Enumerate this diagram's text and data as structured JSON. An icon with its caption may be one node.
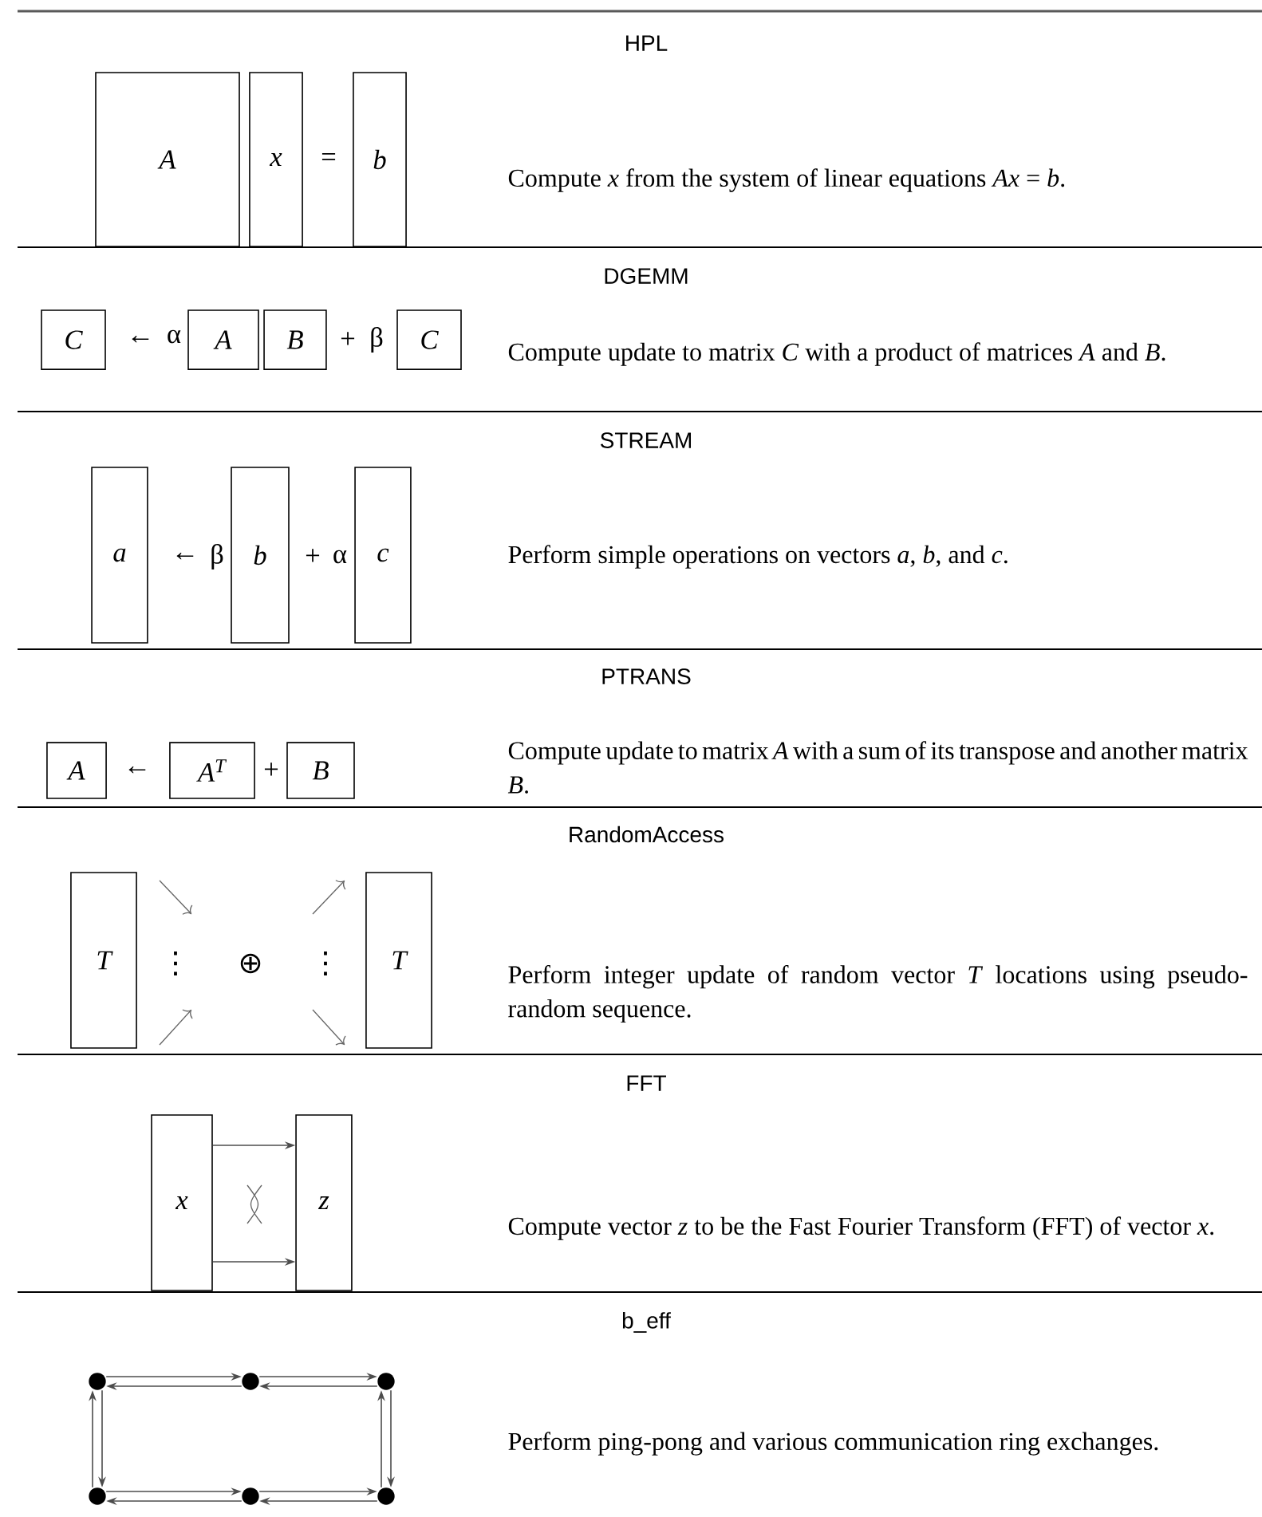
{
  "diagram": {
    "nodes": [
      {
        "text": [
          "A"
        ]
      },
      {
        "text": [
          "x"
        ]
      },
      {
        "text": [
          "b"
        ]
      },
      {
        "text": [
          "C"
        ]
      },
      {
        "text": [
          "A"
        ]
      },
      {
        "text": [
          "B"
        ]
      },
      {
        "text": [
          "C"
        ]
      },
      {
        "text": [
          "a"
        ]
      },
      {
        "text": [
          "b"
        ]
      },
      {
        "text": [
          "c"
        ]
      },
      {
        "text": [
          "A"
        ]
      },
      {
        "text": [
          "A$^{T}$"
        ]
      },
      {
        "text": [
          "B"
        ]
      },
      {
        "text": [
          "T"
        ]
      },
      {
        "text": [
          "T"
        ]
      },
      {
        "text": [
          "x"
        ]
      },
      {
        "text": [
          "z"
        ]
      },
      {
        "text": [],
        "shape": "circle"
      },
      {
        "text": [],
        "shape": "circle"
      },
      {
        "text": [],
        "shape": "circle"
      },
      {
        "text": [],
        "shape": "circle"
      },
      {
        "text": [],
        "shape": "circle"
      },
      {
        "text": [],
        "shape": "circle"
      }
    ],
    "edges": [
      {
        "from": 15,
        "to": 16,
        "arrow": "to"
      },
      {
        "from": 15,
        "to": 16,
        "arrow": "to"
      },
      {
        "from": 17,
        "to": 18,
        "arrow": "to"
      },
      {
        "from": 18,
        "to": 17,
        "arrow": "to"
      },
      {
        "from": 18,
        "to": 19,
        "arrow": "to"
      },
      {
        "from": 19,
        "to": 18,
        "arrow": "to"
      },
      {
        "from": 20,
        "to": 21,
        "arrow": "to"
      },
      {
        "from": 21,
        "to": 20,
        "arrow": "to"
      },
      {
        "from": 21,
        "to": 22,
        "arrow": "to"
      },
      {
        "from": 22,
        "to": 21,
        "arrow": "to"
      },
      {
        "from": 20,
        "to": 17,
        "arrow": "to"
      },
      {
        "from": 17,
        "to": 20,
        "arrow": "to"
      },
      {
        "from": 22,
        "to": 19,
        "arrow": "to"
      },
      {
        "from": 19,
        "to": 22,
        "arrow": "to"
      }
    ],
    "labels": [
      "HPL",
      "=",
      "Compute *x* from the system of linear equations *Ax* = *b*.",
      "DGEMM",
      "←",
      "α",
      "+",
      "β",
      "Compute update to matrix *C* with a product of matrices *A* and *B*.",
      "STREAM",
      "←",
      "β",
      "+",
      "α",
      "Perform simple operations on vectors *a*, *b*, and *c*.",
      "PTRANS",
      "←",
      "+",
      "Compute update to matrix *A* with a sum of its transpose and another matrix *B*.",
      "RandomAccess",
      "⋮",
      "⊕",
      "⋮",
      "Perform integer update of random vector *T* locations using pseudo-random sequence.",
      "FFT",
      "Compute vector *z* to be the Fast Fourier Transform (FFT) of vector *x*.",
      "b_eff",
      "Perform ping-pong and various communication ring exchanges."
    ]
  }
}
